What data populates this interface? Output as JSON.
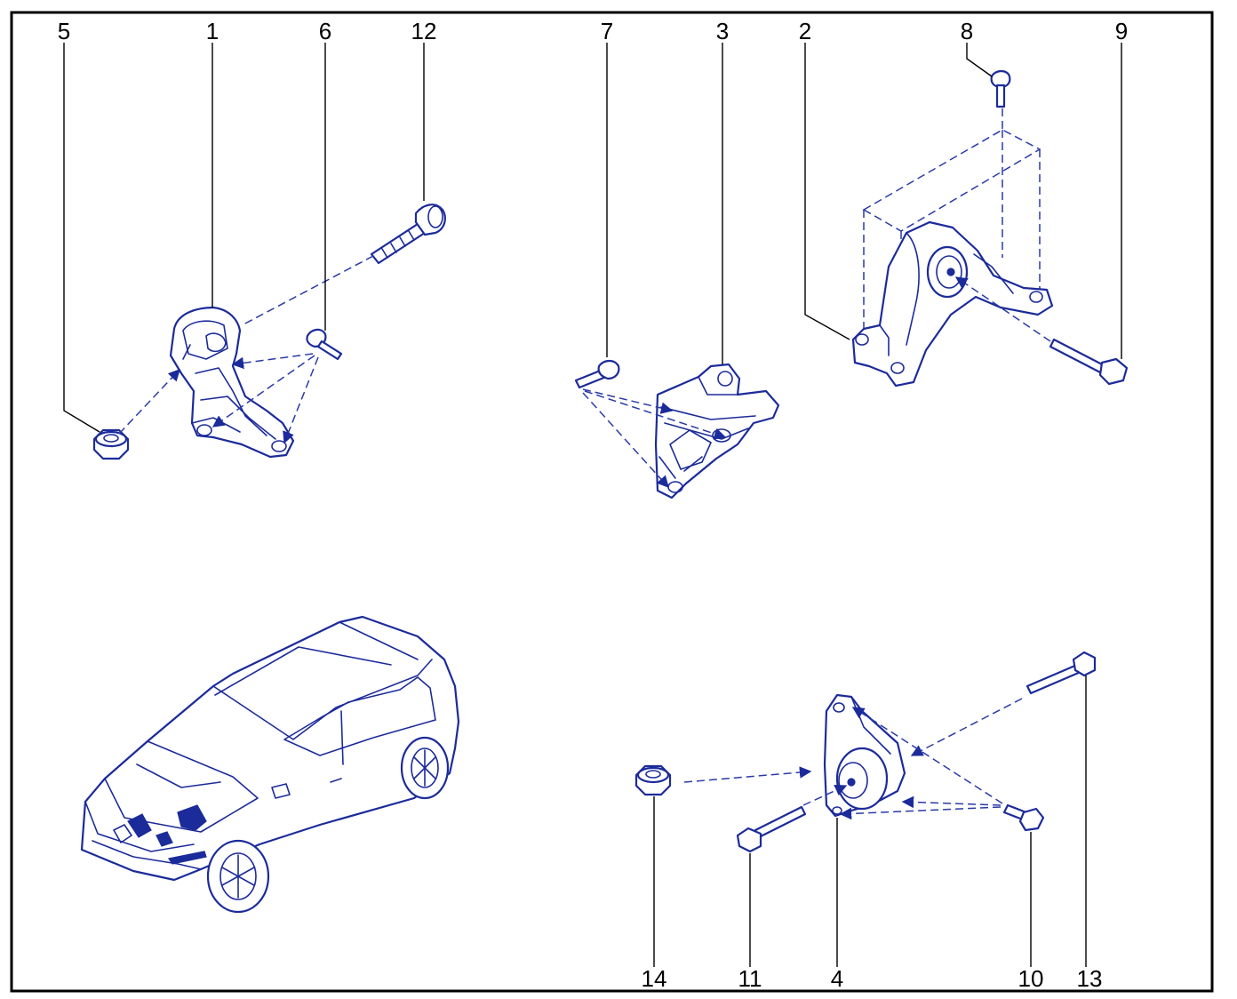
{
  "diagram": {
    "callouts": [
      "1",
      "2",
      "3",
      "4",
      "5",
      "6",
      "7",
      "8",
      "9",
      "10",
      "11",
      "12",
      "13",
      "14"
    ],
    "colors": {
      "line": "#1c2b9a",
      "frame": "#000000",
      "background": "#ffffff"
    }
  }
}
